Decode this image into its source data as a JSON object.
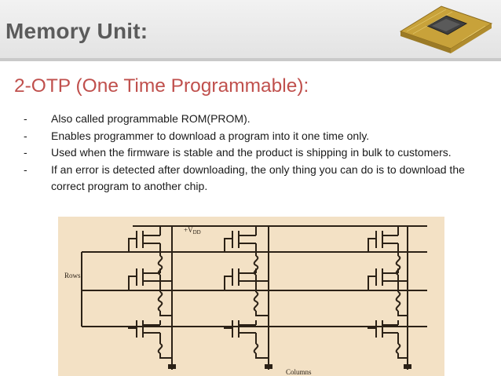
{
  "slide": {
    "title": "Memory Unit:",
    "subtitle": "2-OTP (One Time Programmable):",
    "bullet_marker": "-",
    "bullets": [
      "Also called programmable ROM(PROM).",
      "Enables programmer to download a program into it one time only.",
      " Used when the firmware is stable and the product is shipping in bulk to customers.",
      "If an error is detected after downloading, the only  thing you can do is to download the correct program to another chip."
    ]
  },
  "figure": {
    "vdd_label": "+V",
    "vdd_sub": "DD",
    "rows_label": "Rows",
    "columns_label": "Columns"
  },
  "colors": {
    "title": "#5b5b5b",
    "subtitle": "#c0504d",
    "figure_background": "#f3e1c5",
    "circuit_ink": "#2b2116"
  }
}
